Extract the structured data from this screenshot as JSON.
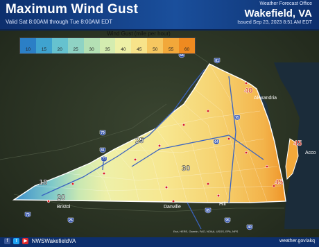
{
  "header": {
    "title": "Maximum Wind Gust",
    "valid": "Valid Sat 8:00AM through Tue 8:00AM EDT",
    "office_label": "Weather Forecast Office",
    "office_name": "Wakefield, VA",
    "issued": "Issued Sep 23, 2023 8:51 AM EDT"
  },
  "legend": {
    "title": "Wind Gust (mile per hour)",
    "ticks": [
      "10",
      "15",
      "20",
      "25",
      "30",
      "35",
      "40",
      "45",
      "50",
      "55",
      "60"
    ],
    "colors": [
      "#2b7fc6",
      "#3fa3cf",
      "#66c2cf",
      "#8fd3c4",
      "#b4e0b4",
      "#d4ecb0",
      "#eef0a6",
      "#f7e38a",
      "#f6c760",
      "#f2a83a",
      "#ef8a20"
    ]
  },
  "places": {
    "alexandria": "Alexandria",
    "danville": "Danville",
    "bristol": "Bristol",
    "hill": "Hill",
    "acco": "Acco"
  },
  "gust_labels": {
    "far_west": "18",
    "southwest": "20",
    "north_tip": "25",
    "potomac": "40",
    "eastern_shore": "45",
    "norfolk_area": "45",
    "central": "30"
  },
  "highways": {
    "i81_north": "81",
    "i81_south": "81",
    "i77": "77",
    "i64": "64",
    "i95_north": "95",
    "i95_south": "95",
    "i85": "85",
    "i40": "40",
    "i26": "26",
    "i75": "75",
    "i79": "79",
    "i68": "68"
  },
  "footer": {
    "social": "NWSWakefieldVA",
    "website": "weather.gov/akq"
  },
  "attribution": "Esri, HERE, Garmin, FAO, NOAA, USGS, EPA, NPS"
}
